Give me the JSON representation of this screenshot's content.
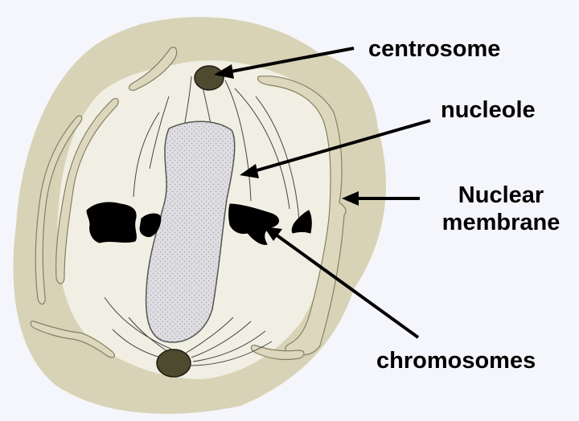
{
  "labels": {
    "centrosome": "centrosome",
    "nucleole": "nucleole",
    "nuclear_membrane_line1": "Nuclear",
    "nuclear_membrane_line2": "membrane",
    "chromosomes": "chromosomes"
  },
  "colors": {
    "background": "#f5f6fb",
    "cell": "#d8d3b6",
    "nucleus": "#f1efe3",
    "membrane": "#ddd8bd",
    "nucleole": "#dcdcdf",
    "chromosome": "#000000",
    "centrosome": "#4e4a30"
  }
}
